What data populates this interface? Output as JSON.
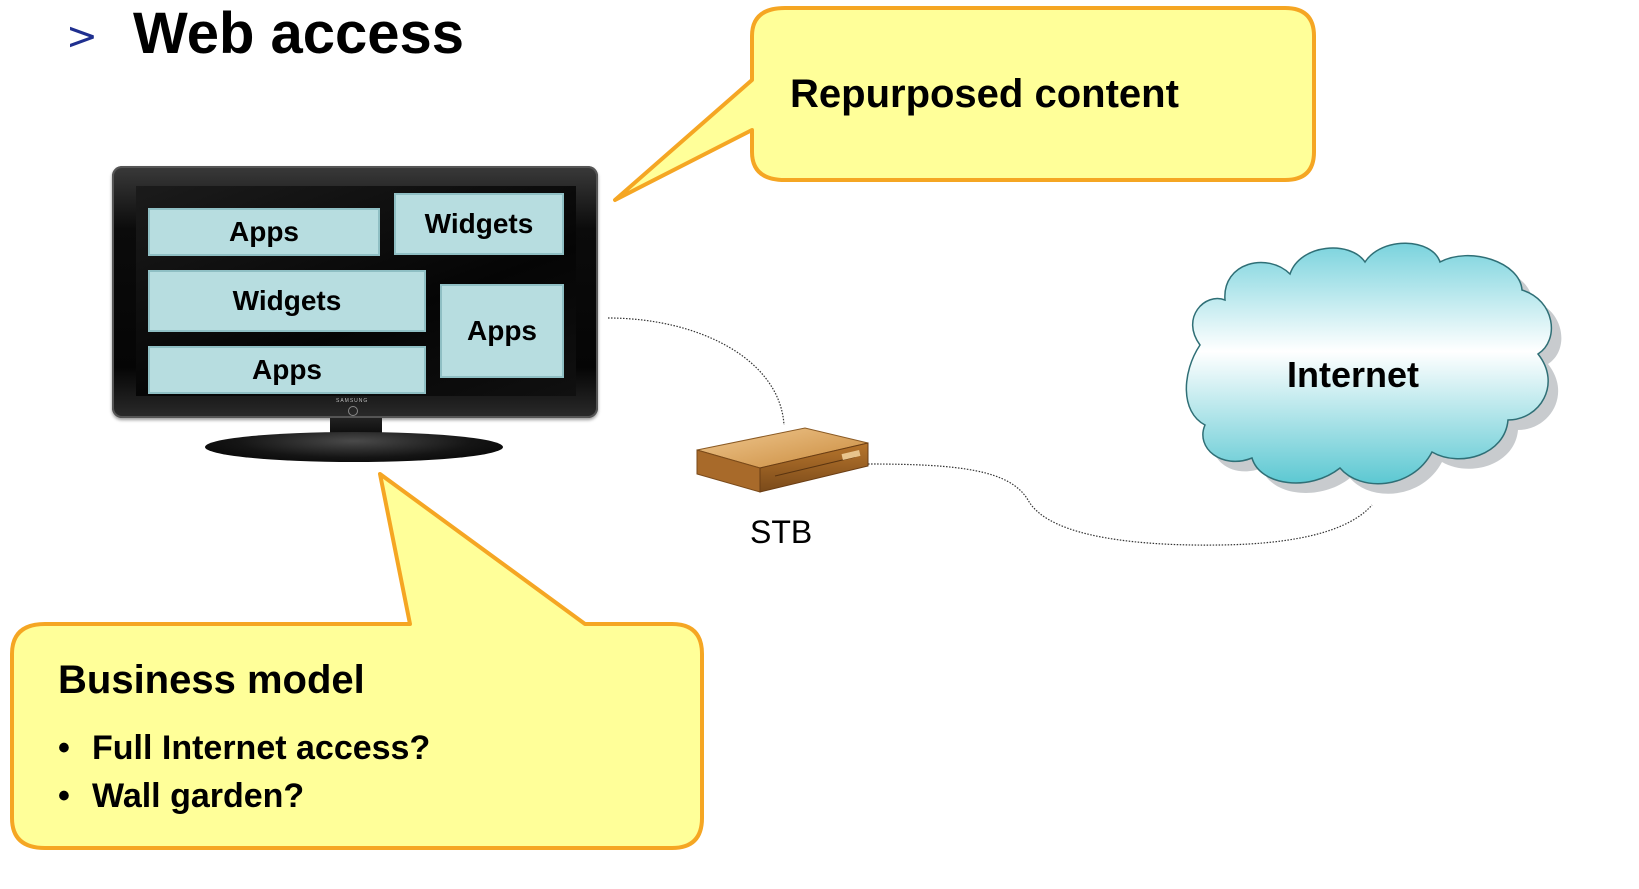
{
  "title": {
    "bullet": ">",
    "text": "Web access"
  },
  "tv": {
    "brand": "SAMSUNG",
    "tiles": [
      {
        "label": "Apps"
      },
      {
        "label": "Widgets"
      },
      {
        "label": "Widgets"
      },
      {
        "label": "Apps"
      },
      {
        "label": "Apps"
      }
    ]
  },
  "callouts": {
    "repurposed": {
      "text": "Repurposed content"
    },
    "business": {
      "title": "Business model",
      "items": [
        "Full Internet access?",
        "Wall garden?"
      ]
    }
  },
  "devices": {
    "stb_label": "STB",
    "internet_label": "Internet"
  },
  "colors": {
    "callout_fill": "#ffff99",
    "callout_border": "#f5a623",
    "tile_fill": "#b7dde0",
    "cloud_fill": "#c8eef0",
    "title_bullet": "#1f2f8f"
  }
}
